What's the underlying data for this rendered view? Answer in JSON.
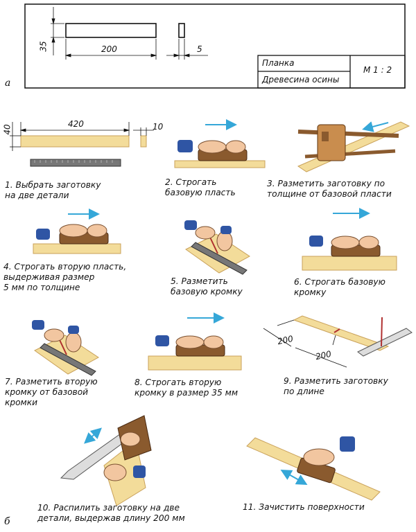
{
  "section_labels": {
    "a": "а",
    "b": "б"
  },
  "drawing": {
    "dim_length": "200",
    "dim_height": "35",
    "dim_thickness": "5",
    "title_block": {
      "name": "Планка",
      "material": "Древесина осины",
      "scale": "М 1 : 2"
    }
  },
  "steps": [
    {
      "caption": "1. Выбрать заготовку\nна две детали",
      "dims": [
        "40",
        "420",
        "10"
      ]
    },
    {
      "caption": "2. Строгать\nбазовую пласть"
    },
    {
      "caption": "3. Разметить заготовку по\nтолщине от базовой пласти"
    },
    {
      "caption": "4. Строгать вторую пласть,\nвыдерживая размер\n5 мм по толщине"
    },
    {
      "caption": "5. Разметить\nбазовую кромку"
    },
    {
      "caption": "6. Строгать базовую\nкромку"
    },
    {
      "caption": "7. Разметить вторую\nкромку от базовой\nкромки"
    },
    {
      "caption": "8. Строгать вторую\nкромку в размер 35 мм"
    },
    {
      "caption": "9. Разметить заготовку\nпо длине",
      "dims": [
        "200",
        "200"
      ]
    },
    {
      "caption": "10. Распилить заготовку на две\nдетали, выдержав длину 200 мм"
    },
    {
      "caption": "11. Зачистить поверхности"
    }
  ],
  "colors": {
    "wood": "#f3dc9a",
    "wood_dark": "#c9a15a",
    "tool": "#8a5a2e",
    "sleeve": "#2f55a4",
    "skin": "#f2c6a0",
    "arrow": "#35a7d8"
  }
}
